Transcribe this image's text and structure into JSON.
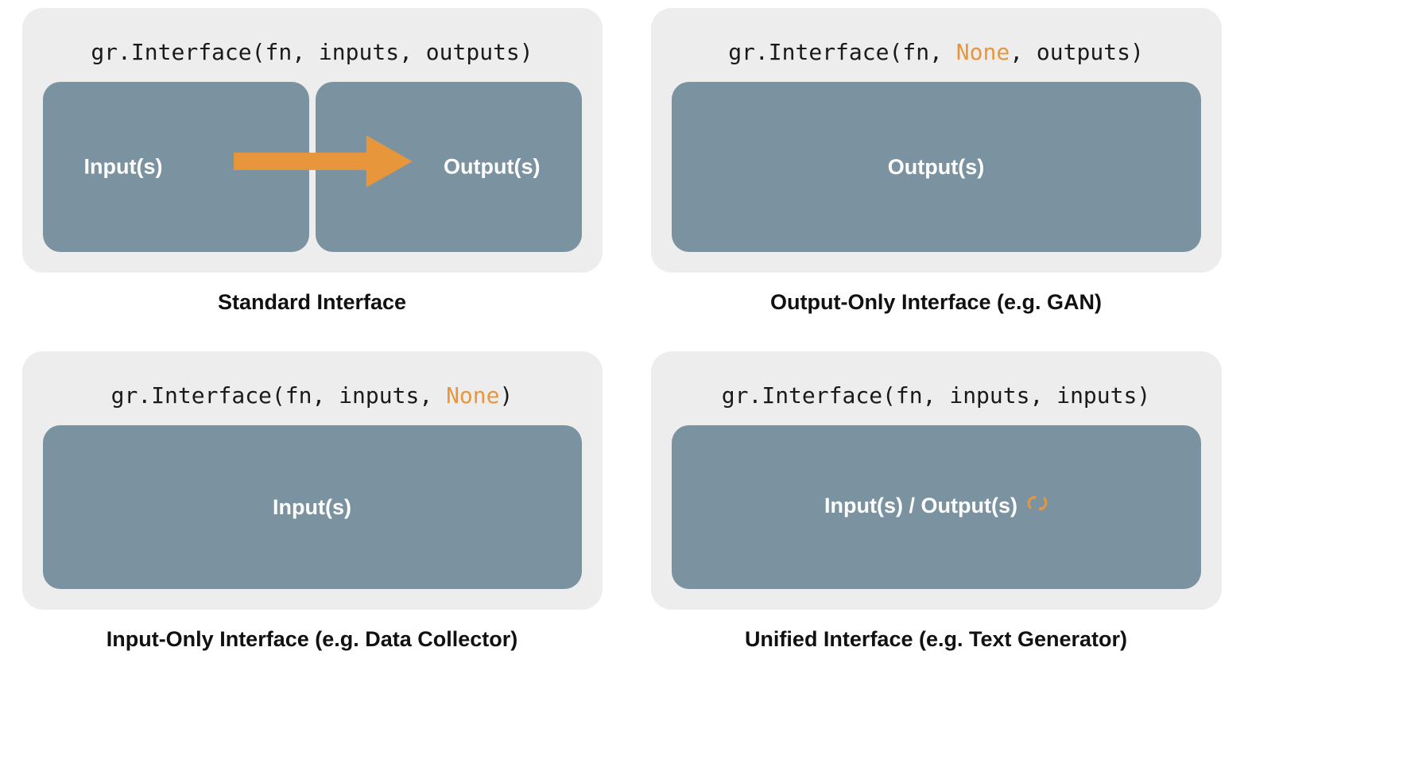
{
  "figure": {
    "title": "Gradio Interface configuration variants",
    "colors": {
      "page_background": "#FFFFFF",
      "panel_background": "#EDEDED",
      "component_box": "#7B93A1",
      "accent_orange": "#E8963C",
      "code_text": "#1A1A1A",
      "caption_text": "#111111",
      "box_label_text": "#FFFFFF"
    }
  },
  "panels": [
    {
      "id": "standard-interface",
      "code": {
        "prefix": "gr.Interface(fn, ",
        "arg_inputs": "inputs",
        "middle": ", ",
        "arg_outputs": "outputs",
        "suffix": ")",
        "full": "gr.Interface(fn, inputs, outputs)",
        "highlighted_arg": null
      },
      "boxes": [
        {
          "label": "Input(s)",
          "align": "left"
        },
        {
          "label": "Output(s)",
          "align": "right"
        }
      ],
      "connector": {
        "type": "arrow",
        "direction": "left-to-right",
        "color": "#E8963C"
      },
      "caption": "Standard Interface"
    },
    {
      "id": "output-only-interface",
      "code": {
        "prefix": "gr.Interface(fn, ",
        "arg_inputs": "None",
        "middle": ", ",
        "arg_outputs": "outputs",
        "suffix": ")",
        "full": "gr.Interface(fn, None, outputs)",
        "highlighted_arg": "inputs"
      },
      "boxes": [
        {
          "label": "Output(s)",
          "align": "center"
        }
      ],
      "connector": null,
      "caption": "Output-Only Interface (e.g. GAN)"
    },
    {
      "id": "input-only-interface",
      "code": {
        "prefix": "gr.Interface(fn, ",
        "arg_inputs": "inputs",
        "middle": ", ",
        "arg_outputs": "None",
        "suffix": ")",
        "full": "gr.Interface(fn, inputs, None)",
        "highlighted_arg": "outputs"
      },
      "boxes": [
        {
          "label": "Input(s)",
          "align": "center"
        }
      ],
      "connector": null,
      "caption": "Input-Only Interface (e.g. Data Collector)"
    },
    {
      "id": "unified-interface",
      "code": {
        "prefix": "gr.Interface(fn, ",
        "arg_inputs": "inputs",
        "middle": ", ",
        "arg_outputs": "inputs",
        "suffix": ")",
        "full": "gr.Interface(fn, inputs, inputs)",
        "highlighted_arg": null
      },
      "boxes": [
        {
          "label": "Input(s) / Output(s)",
          "align": "center",
          "icon": "loop-icon"
        }
      ],
      "connector": null,
      "caption": "Unified Interface (e.g. Text Generator)"
    }
  ]
}
